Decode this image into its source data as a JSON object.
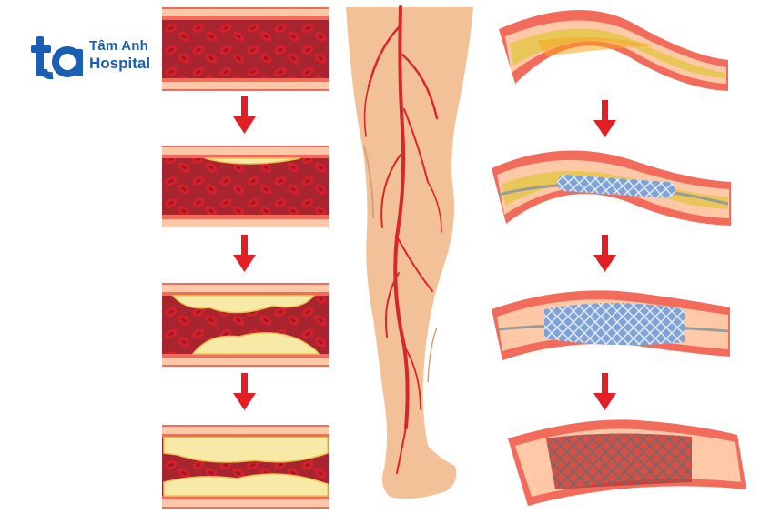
{
  "brand": {
    "line1": "Tâm Anh",
    "line2": "Hospital",
    "color": "#1a5fb4"
  },
  "colors": {
    "vessel_wall": "#f26b5b",
    "vessel_wall_light": "#ffc9a8",
    "blood": "#a8242e",
    "blood_cell": "#d4202c",
    "plaque": "#f7e9a6",
    "plaque_dark": "#e8c657",
    "arrow": "#e31e24",
    "skin": "#f3c197",
    "artery": "#d9262e",
    "stent": "#7fa3d6"
  },
  "left_column": {
    "stages": [
      {
        "plaque_level": 0
      },
      {
        "plaque_level": 0.2
      },
      {
        "plaque_level": 0.5
      },
      {
        "plaque_level": 0.8
      }
    ]
  },
  "right_column": {
    "stages": [
      {
        "stent": "none"
      },
      {
        "stent": "catheter"
      },
      {
        "stent": "balloon"
      },
      {
        "stent": "deployed"
      }
    ]
  }
}
